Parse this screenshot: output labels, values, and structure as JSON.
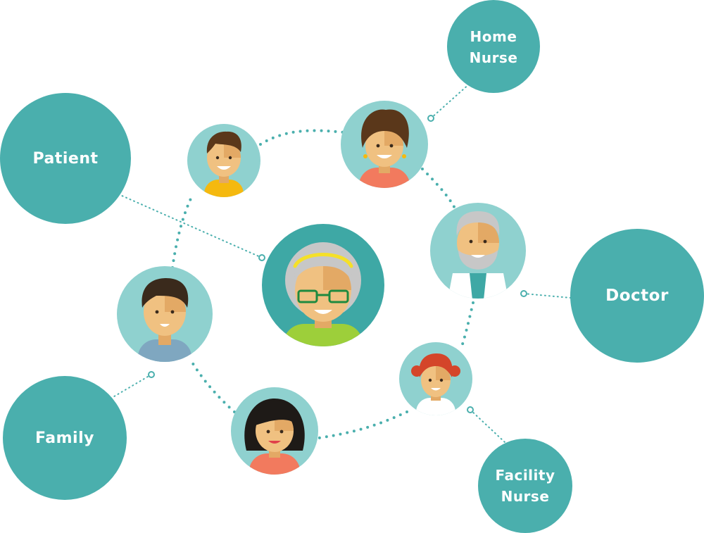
{
  "colors": {
    "role_fill": "#4aafad",
    "avatar_bg": "#8fd1cf",
    "center_bg": "#3ea8a5",
    "connector": "#4aafad",
    "skin": "#f0c181",
    "skin_shade": "#e3a965",
    "hair_dark": "#3a2a1c",
    "hair_brown": "#5a371a",
    "hair_gray": "#c7c7c7",
    "hair_red": "#d4452a",
    "shirt_yellow": "#f5b90f",
    "shirt_coral": "#f27a5e",
    "shirt_green": "#9dcf3a",
    "shirt_blue": "#7fa7c0",
    "white": "#ffffff"
  },
  "roles": {
    "patient": "Patient",
    "home_nurse": "Home\nNurse",
    "doctor": "Doctor",
    "family": "Family",
    "facility_nurse": "Facility\nNurse"
  }
}
